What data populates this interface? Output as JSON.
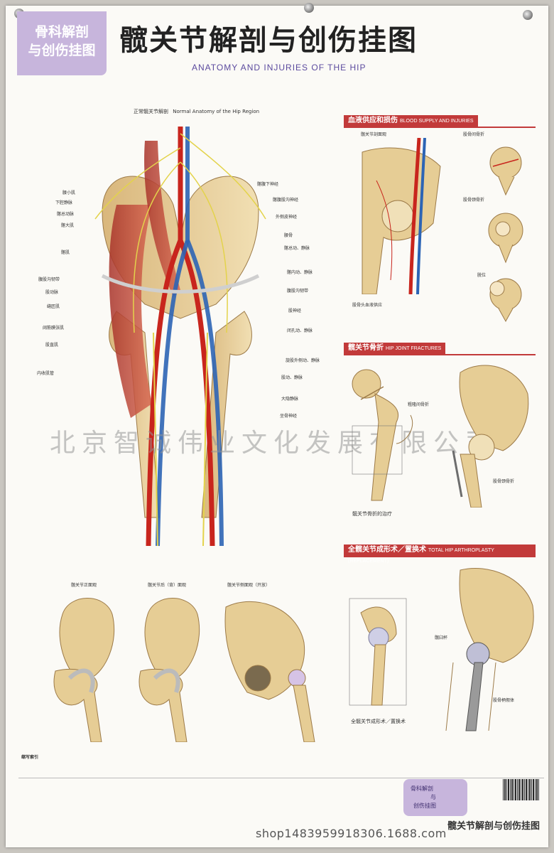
{
  "series_badge": [
    "骨科解剖",
    "与创伤挂图"
  ],
  "title_cn": "髋关节解剖与创伤挂图",
  "title_en": "ANATOMY AND INJURIES OF THE HIP",
  "main_caption": "正常髋关节解剖",
  "main_caption_en": "Normal Anatomy of the Hip Region",
  "main_labels_left": [
    "腰小肌",
    "下腔静脉",
    "髂总动脉",
    "髂大肌",
    "髂肌",
    "腹股沟韧带",
    "股动脉",
    "缝匠肌",
    "阔筋膜张肌",
    "股直肌",
    "内收肌管"
  ],
  "main_labels_right": [
    "髂腹下神经",
    "髂腹股沟神经",
    "外侧皮神经",
    "腰骨",
    "髂总动、静脉",
    "髂内动、静脉",
    "腹股沟韧带",
    "股神经",
    "闭孔动、静脉",
    "旋股外侧动、静脉",
    "股动、静脉",
    "大隐静脉",
    "坐骨神经"
  ],
  "sections": {
    "blood": {
      "cn": "血液供应和损伤",
      "en": "BLOOD SUPPLY AND INJURIES"
    },
    "fracture": {
      "cn": "髋关节骨折",
      "en": "HIP JOINT FRACTURES"
    },
    "arthro": {
      "cn": "全髋关节成形术／置换术",
      "en": "TOTAL HIP ARTHROPLASTY (REPLACEMENT)"
    }
  },
  "blood_captions": {
    "cross_section": "髋关节剖面观",
    "intertrochanteric": "股骨间骨折",
    "neck_fracture": "股骨颈骨折",
    "dislocation": "脱位",
    "supply_head": "股骨头血液供应"
  },
  "fracture_captions": {
    "intertrochanteric": "粗隆间骨折",
    "neck": "股骨颈骨折",
    "repair": "髋关节骨折的治疗"
  },
  "arthro_captions": {
    "title": "全髋关节成形术／置换术",
    "acetabular": "髋臼杯",
    "femoral": "股骨柄假体"
  },
  "bottom_captions": {
    "anterior": "髋关节正面观",
    "posterior": "髋关节后（背）面观",
    "lateral": "髋关节侧面观（开放）"
  },
  "legend_head": "缩写索引",
  "watermark": "北京智诚伟业文化发展有限公司",
  "footer_watermark": "shop1483959918306.1688.com",
  "footer_title": "髋关节解剖与创伤挂图",
  "purple_box": [
    "骨科解剖",
    "与",
    "创伤挂图"
  ]
}
